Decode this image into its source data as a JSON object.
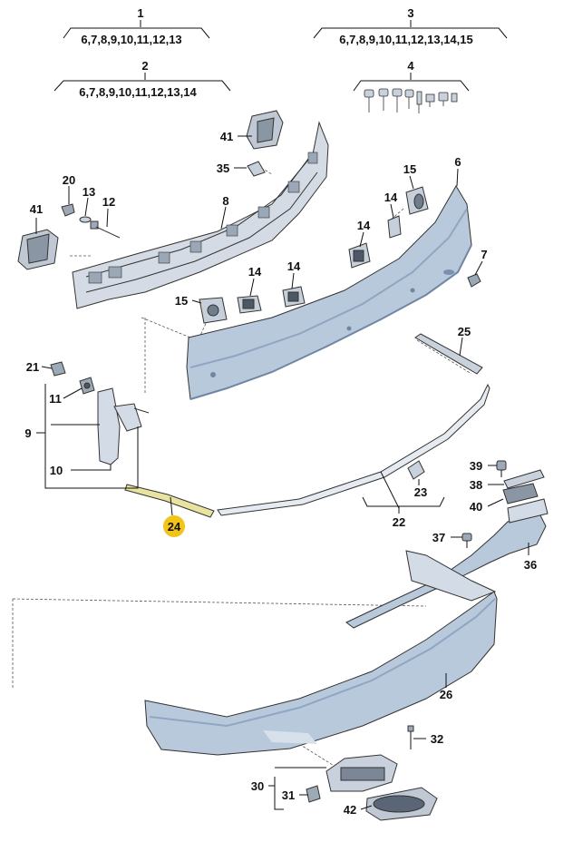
{
  "groups": [
    {
      "num": "1",
      "refs": "6,7,8,9,10,11,12,13"
    },
    {
      "num": "2",
      "refs": "6,7,8,9,10,11,12,13,14"
    },
    {
      "num": "3",
      "refs": "6,7,8,9,10,11,12,13,14,15"
    },
    {
      "num": "4",
      "refs": ""
    }
  ],
  "callouts": {
    "p41a": "41",
    "p35": "35",
    "p8": "8",
    "p20": "20",
    "p13": "13",
    "p12": "12",
    "p41b": "41",
    "p15a": "15",
    "p14a": "14",
    "p6": "6",
    "p14b": "14",
    "p7": "7",
    "p14c": "14",
    "p14d": "14",
    "p15b": "15",
    "p25": "25",
    "p21": "21",
    "p11": "11",
    "p9": "9",
    "p10": "10",
    "p24": "24",
    "p23": "23",
    "p22": "22",
    "p39": "39",
    "p38": "38",
    "p40": "40",
    "p37": "37",
    "p36": "36",
    "p26": "26",
    "p32": "32",
    "p30": "30",
    "p31": "31",
    "p42": "42"
  },
  "colors": {
    "bumper_fill": "#b9c9dc",
    "bumper_shade": "#8fa6c2",
    "bracket_fill": "#d3dbe6",
    "highlight_badge": "#f2c418",
    "trim_fill": "#e9e3a0"
  }
}
